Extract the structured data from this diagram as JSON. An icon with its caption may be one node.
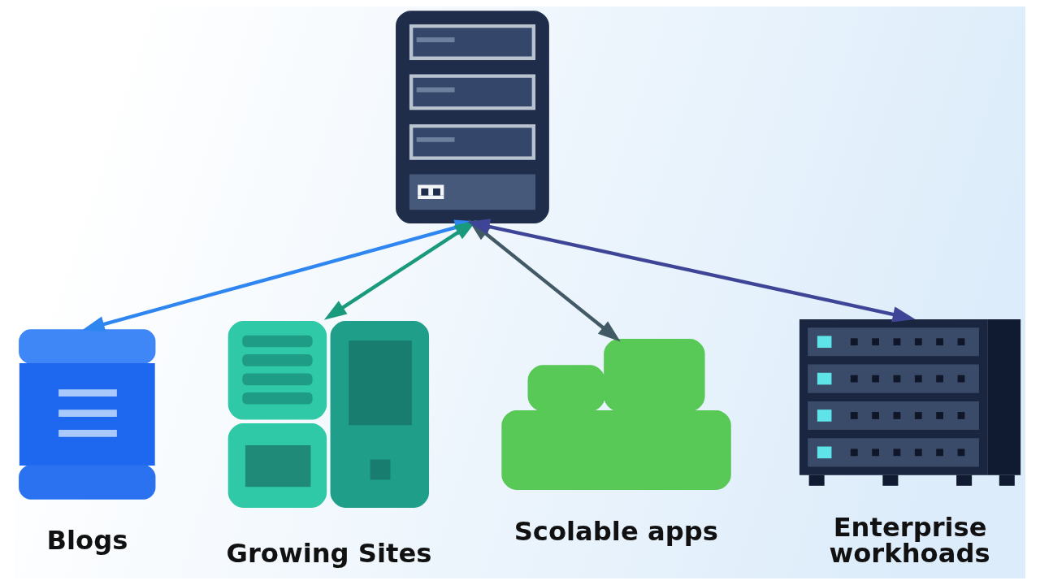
{
  "diagram": {
    "nodes": [
      {
        "text": [],
        "shape": "picture"
      },
      {
        "text": [],
        "shape": "cylinder",
        "beside": [
          "Blogs"
        ]
      },
      {
        "text": [],
        "shape": "picture",
        "beside": [
          "Growing Sites"
        ]
      },
      {
        "text": [],
        "shape": "cloud",
        "beside": [
          "Scolable apps"
        ]
      },
      {
        "text": [],
        "shape": "picture",
        "beside": [
          "Enterprise workhoads"
        ]
      }
    ],
    "edges": [
      {
        "from": 0,
        "to": 1,
        "arrow": "both",
        "color": "#2f86f0"
      },
      {
        "from": 0,
        "to": 2,
        "arrow": "both",
        "color": "#1a9a7c"
      },
      {
        "from": 0,
        "to": 3,
        "arrow": "both",
        "color": "#415a66"
      },
      {
        "from": 0,
        "to": 4,
        "arrow": "both",
        "color": "#3e4596"
      }
    ]
  }
}
